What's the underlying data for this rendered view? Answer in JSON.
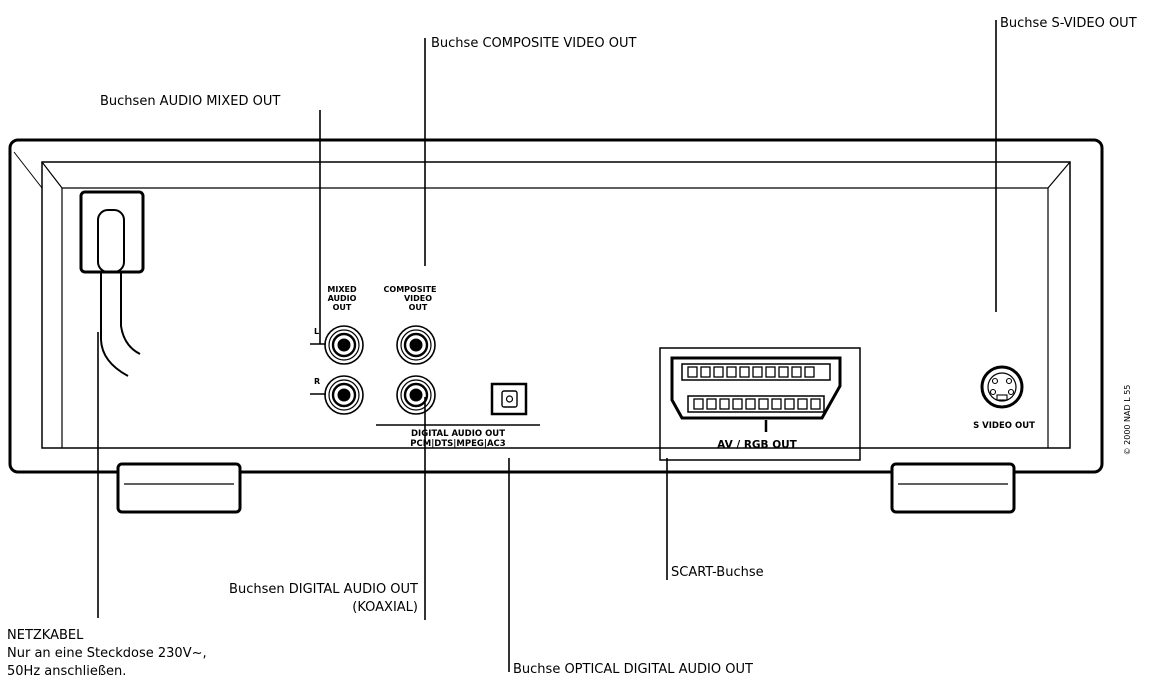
{
  "callouts": {
    "audio_mixed_out": "Buchsen AUDIO MIXED OUT",
    "composite_video_out": "Buchse COMPOSITE VIDEO OUT",
    "s_video_out": "Buchse S-VIDEO OUT",
    "scart": "SCART-Buchse",
    "digital_audio_coax_line1": "Buchsen DIGITAL AUDIO OUT",
    "digital_audio_coax_line2": "(KOAXIAL)",
    "optical_digital_audio_out": "Buchse OPTICAL DIGITAL AUDIO OUT",
    "netzkabel_line1": "NETZKABEL",
    "netzkabel_line2": "Nur an eine Steckdose 230V~,",
    "netzkabel_line3": "50Hz anschließen."
  },
  "panel": {
    "mixed_audio_line1": "MIXED",
    "mixed_audio_line2": "AUDIO",
    "mixed_audio_line3": "OUT",
    "composite_line1": "COMPOSITE",
    "composite_line2": "VIDEO",
    "composite_line3": "OUT",
    "channel_left": "L",
    "channel_right": "R",
    "digital_audio_line1": "DIGITAL AUDIO OUT",
    "digital_audio_line2": "PCM|DTS|MPEG|AC3",
    "scart_label": "AV / RGB OUT",
    "svideo_label": "S VIDEO OUT",
    "copyright": "© 2000 NAD L 55"
  }
}
